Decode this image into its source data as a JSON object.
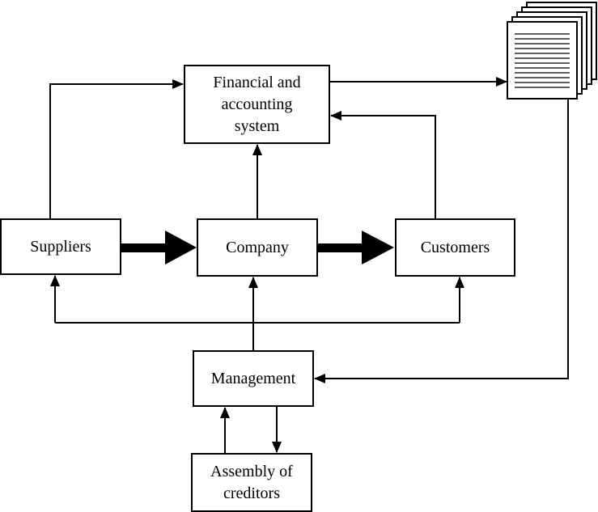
{
  "nodes": {
    "financial": "Financial and\naccounting\nsystem",
    "suppliers": "Suppliers",
    "company": "Company",
    "customers": "Customers",
    "management": "Management",
    "creditors": "Assembly of\ncreditors"
  },
  "icons": {
    "report_stack": "document-stack-icon"
  },
  "colors": {
    "line": "#000000",
    "background": "#ffffff"
  }
}
